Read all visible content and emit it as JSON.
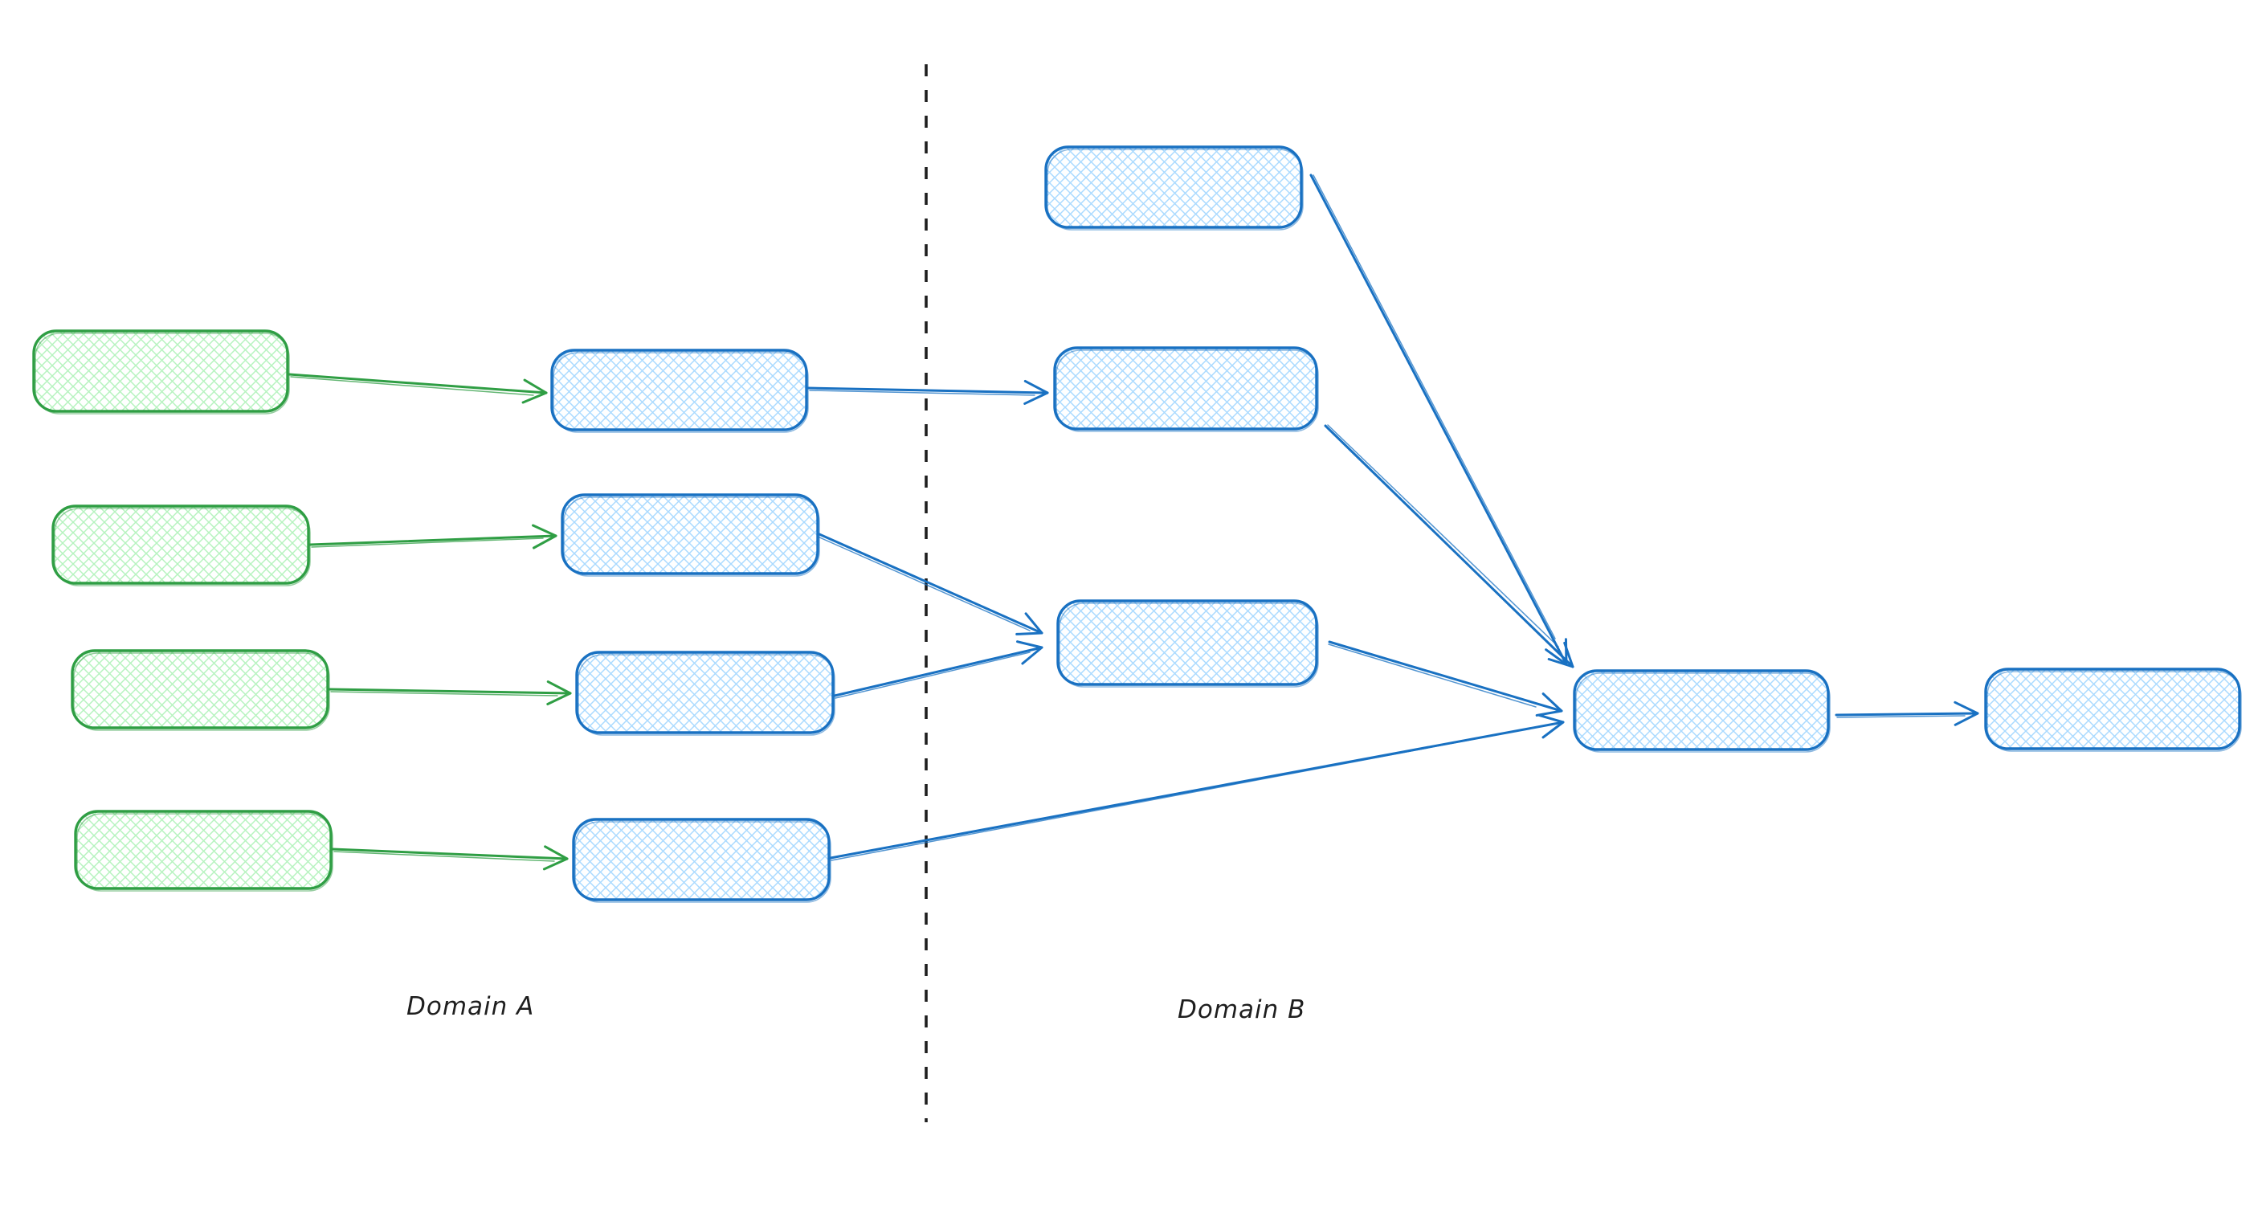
{
  "labels": {
    "domain_a": "Domain A",
    "domain_b": "Domain B"
  },
  "colors": {
    "background": "#ffffff",
    "ink": "#1e1e1e",
    "green_stroke": "#2f9e44",
    "green_fill": "#b2f2bb",
    "blue_stroke": "#1971c2",
    "blue_fill": "#a5d8ff",
    "divider": "#1e1e1e"
  },
  "diagram": {
    "type": "flow-diagram",
    "style": "hand-drawn (excalidraw-like), cross-hatched rounded rectangles, open-V arrowheads",
    "regions": [
      {
        "id": "domain-a",
        "label": "Domain A",
        "side": "left-of-divider"
      },
      {
        "id": "domain-b",
        "label": "Domain B",
        "side": "right-of-divider"
      }
    ],
    "divider": {
      "orientation": "vertical",
      "style": "dashed",
      "color": "#1e1e1e"
    },
    "nodes": [
      {
        "id": "green-1",
        "region": "domain-a",
        "color": "green",
        "shape": "rounded-rect",
        "text": ""
      },
      {
        "id": "green-2",
        "region": "domain-a",
        "color": "green",
        "shape": "rounded-rect",
        "text": ""
      },
      {
        "id": "green-3",
        "region": "domain-a",
        "color": "green",
        "shape": "rounded-rect",
        "text": ""
      },
      {
        "id": "green-4",
        "region": "domain-a",
        "color": "green",
        "shape": "rounded-rect",
        "text": ""
      },
      {
        "id": "blue-a1",
        "region": "domain-a",
        "color": "blue",
        "shape": "rounded-rect",
        "text": ""
      },
      {
        "id": "blue-a2",
        "region": "domain-a",
        "color": "blue",
        "shape": "rounded-rect",
        "text": ""
      },
      {
        "id": "blue-a3",
        "region": "domain-a",
        "color": "blue",
        "shape": "rounded-rect",
        "text": ""
      },
      {
        "id": "blue-a4",
        "region": "domain-a",
        "color": "blue",
        "shape": "rounded-rect",
        "text": ""
      },
      {
        "id": "blue-b1",
        "region": "domain-b",
        "color": "blue",
        "shape": "rounded-rect",
        "text": ""
      },
      {
        "id": "blue-b2",
        "region": "domain-b",
        "color": "blue",
        "shape": "rounded-rect",
        "text": ""
      },
      {
        "id": "blue-b3",
        "region": "domain-b",
        "color": "blue",
        "shape": "rounded-rect",
        "text": ""
      },
      {
        "id": "blue-merge",
        "region": "domain-b",
        "color": "blue",
        "shape": "rounded-rect",
        "text": ""
      },
      {
        "id": "blue-final",
        "region": "domain-b",
        "color": "blue",
        "shape": "rounded-rect",
        "text": ""
      }
    ],
    "edges": [
      {
        "from": "green-1",
        "to": "blue-a1",
        "color": "green"
      },
      {
        "from": "green-2",
        "to": "blue-a2",
        "color": "green"
      },
      {
        "from": "green-3",
        "to": "blue-a3",
        "color": "green"
      },
      {
        "from": "green-4",
        "to": "blue-a4",
        "color": "green"
      },
      {
        "from": "blue-a1",
        "to": "blue-b2",
        "color": "blue"
      },
      {
        "from": "blue-a2",
        "to": "blue-b3",
        "color": "blue"
      },
      {
        "from": "blue-a3",
        "to": "blue-b3",
        "color": "blue"
      },
      {
        "from": "blue-a4",
        "to": "blue-merge",
        "color": "blue"
      },
      {
        "from": "blue-b1",
        "to": "blue-merge",
        "color": "blue"
      },
      {
        "from": "blue-b2",
        "to": "blue-merge",
        "color": "blue"
      },
      {
        "from": "blue-b3",
        "to": "blue-merge",
        "color": "blue"
      },
      {
        "from": "blue-merge",
        "to": "blue-final",
        "color": "blue"
      }
    ]
  }
}
